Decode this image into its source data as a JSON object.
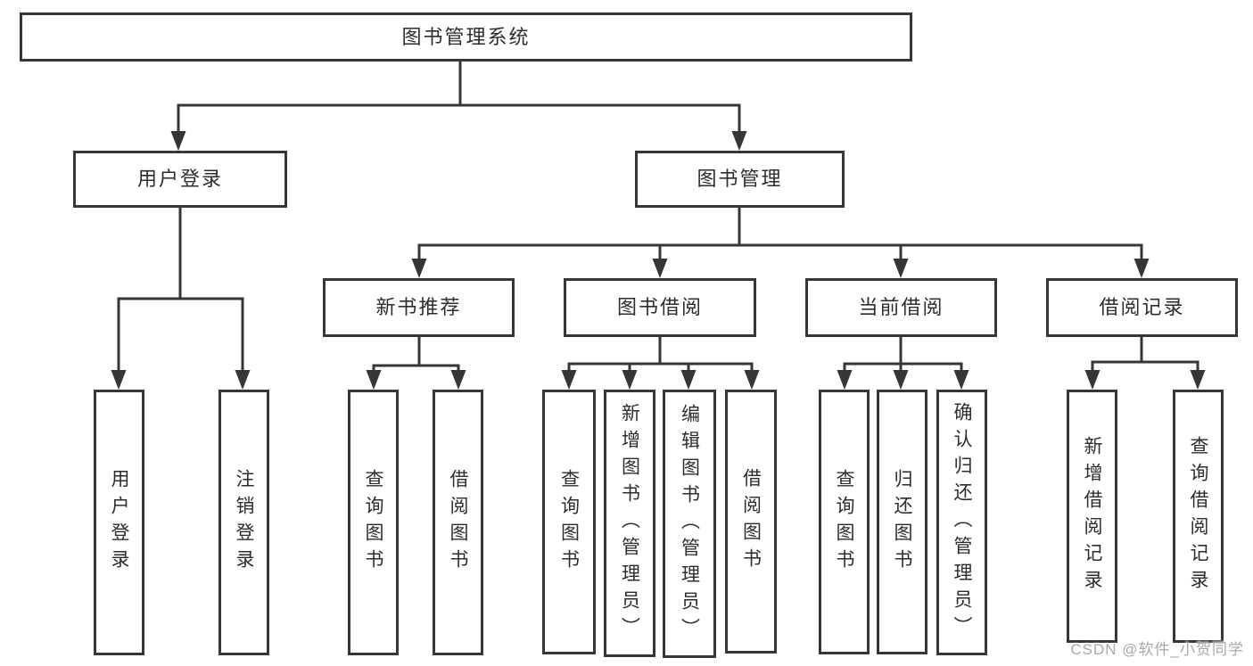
{
  "diagram": {
    "root": {
      "label": "图书管理系统"
    },
    "level2": {
      "user_login": {
        "label": "用户登录",
        "children": {
          "login": {
            "label": "用户登录"
          },
          "logout": {
            "label": "注销登录"
          }
        }
      },
      "book_management": {
        "label": "图书管理",
        "children": {
          "new_book_recommend": {
            "label": "新书推荐",
            "children": {
              "query_books": {
                "label": "查询图书"
              },
              "borrow_books": {
                "label": "借阅图书"
              }
            }
          },
          "book_borrowing": {
            "label": "图书借阅",
            "children": {
              "query_books": {
                "label": "查询图书"
              },
              "add_books": {
                "label": "新增图书（管理员）"
              },
              "edit_books": {
                "label": "编辑图书（管理员）"
              },
              "borrow_books": {
                "label": "借阅图书"
              }
            }
          },
          "current_borrowing": {
            "label": "当前借阅",
            "children": {
              "query_books": {
                "label": "查询图书"
              },
              "return_books": {
                "label": "归还图书"
              },
              "confirm_return": {
                "label": "确认归还（管理员）"
              }
            }
          },
          "borrowing_records": {
            "label": "借阅记录",
            "children": {
              "add_record": {
                "label": "新增借阅记录"
              },
              "query_record": {
                "label": "查询借阅记录"
              }
            }
          }
        }
      }
    }
  },
  "colors": {
    "line": "#363636",
    "box_border": "#363636",
    "box_fill": "#ffffff",
    "text": "#2d2d2d",
    "watermark": "#a8a8a8"
  },
  "watermark": {
    "text": "CSDN @软件_小贺同学"
  }
}
